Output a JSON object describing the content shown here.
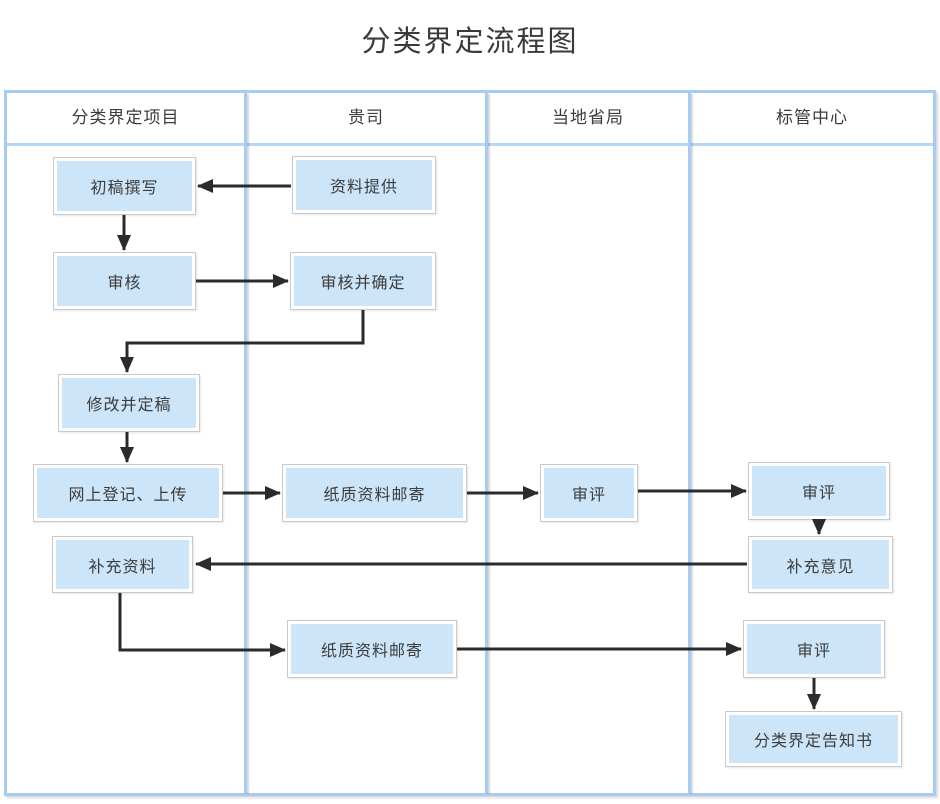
{
  "title": "分类界定流程图",
  "lanes": [
    {
      "label": "分类界定项目"
    },
    {
      "label": "贵司"
    },
    {
      "label": "当地省局"
    },
    {
      "label": "标管中心"
    }
  ],
  "nodes": [
    {
      "id": "draft-writing",
      "label": "初稿撰写",
      "lane": "分类界定项目"
    },
    {
      "id": "review",
      "label": "审核",
      "lane": "分类界定项目"
    },
    {
      "id": "provide-materials",
      "label": "资料提供",
      "lane": "贵司"
    },
    {
      "id": "review-confirm",
      "label": "审核并确定",
      "lane": "贵司"
    },
    {
      "id": "revise-finalize",
      "label": "修改并定稿",
      "lane": "分类界定项目"
    },
    {
      "id": "online-register",
      "label": "网上登记、上传",
      "lane": "分类界定项目"
    },
    {
      "id": "paper-mail-1",
      "label": "纸质资料邮寄",
      "lane": "贵司"
    },
    {
      "id": "province-review",
      "label": "审评",
      "lane": "当地省局"
    },
    {
      "id": "center-review-1",
      "label": "审评",
      "lane": "标管中心"
    },
    {
      "id": "supplement-materials",
      "label": "补充资料",
      "lane": "分类界定项目"
    },
    {
      "id": "supplement-opinion",
      "label": "补充意见",
      "lane": "标管中心"
    },
    {
      "id": "paper-mail-2",
      "label": "纸质资料邮寄",
      "lane": "贵司"
    },
    {
      "id": "center-review-2",
      "label": "审评",
      "lane": "标管中心"
    },
    {
      "id": "notice",
      "label": "分类界定告知书",
      "lane": "标管中心"
    }
  ],
  "edges": [
    {
      "from": "provide-materials",
      "to": "draft-writing"
    },
    {
      "from": "draft-writing",
      "to": "review"
    },
    {
      "from": "review",
      "to": "review-confirm"
    },
    {
      "from": "review-confirm",
      "to": "revise-finalize"
    },
    {
      "from": "revise-finalize",
      "to": "online-register"
    },
    {
      "from": "online-register",
      "to": "paper-mail-1"
    },
    {
      "from": "paper-mail-1",
      "to": "province-review"
    },
    {
      "from": "province-review",
      "to": "center-review-1"
    },
    {
      "from": "center-review-1",
      "to": "supplement-opinion"
    },
    {
      "from": "supplement-opinion",
      "to": "supplement-materials"
    },
    {
      "from": "supplement-materials",
      "to": "paper-mail-2"
    },
    {
      "from": "paper-mail-2",
      "to": "center-review-2"
    },
    {
      "from": "center-review-2",
      "to": "notice"
    }
  ],
  "colors": {
    "box_fill": "#cce5f9",
    "box_border": "#c9c9c9",
    "lane_border": "#a6cdf1",
    "arrow": "#2b2b2b",
    "title_text": "#3a3a3a",
    "node_text": "#3c3c3c"
  }
}
